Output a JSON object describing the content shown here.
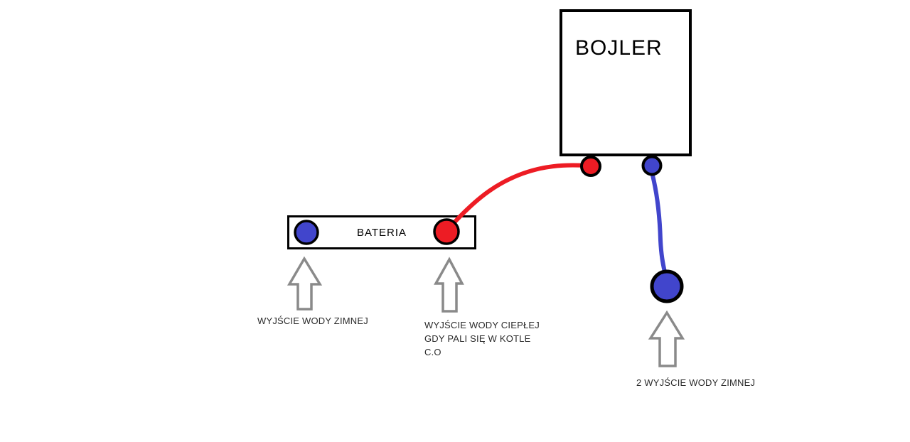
{
  "diagram": {
    "boiler": {
      "label": "BOJLER"
    },
    "tap": {
      "label": "BATERIA"
    },
    "notes": {
      "cold_outlet": "WYJŚCIE WODY ZIMNEJ",
      "hot_outlet_line1": "WYJŚCIE WODY CIEPŁEJ",
      "hot_outlet_line2": "GDY PALI SIĘ W KOTLE",
      "hot_outlet_line3": "C.O",
      "cold_outlet_2": "2 WYJŚCIE WODY ZIMNEJ"
    }
  },
  "colors": {
    "hot": "#ed1c24",
    "cold": "#4145cc",
    "outline": "#000000",
    "arrow": "#8a8a8a",
    "text": "#2b2b2b"
  }
}
